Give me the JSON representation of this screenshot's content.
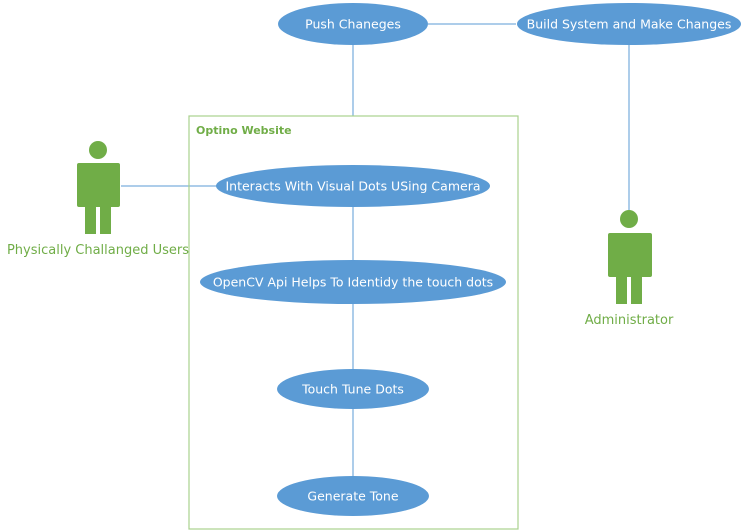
{
  "colors": {
    "usecase_fill": "#5b9bd5",
    "usecase_text": "#ffffff",
    "actor": "#70ad47",
    "connector": "#5b9bd5",
    "boundary": "#a9d18e"
  },
  "system_boundary": {
    "title": "Optino Website"
  },
  "use_cases": {
    "push_changes": "Push Chaneges",
    "build_system": "Build System and Make Changes",
    "interacts": "Interacts With Visual Dots USing Camera",
    "opencv": "OpenCV Api Helps To Identidy the touch dots",
    "touch_tune": "Touch Tune Dots",
    "generate_tone": "Generate Tone"
  },
  "actors": {
    "users": {
      "label": "Physically Challanged Users",
      "icon": "stick-figure-icon"
    },
    "administrator": {
      "label": "Administrator",
      "icon": "stick-figure-icon"
    }
  }
}
